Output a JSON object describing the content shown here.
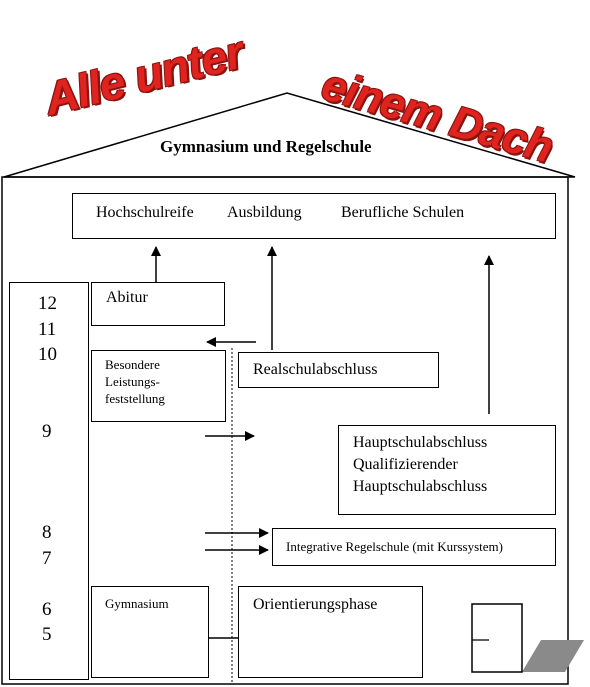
{
  "headline": {
    "left": "Alle unter",
    "right": "einem Dach"
  },
  "roof_title": "Gymnasium und Regelschule",
  "top_box": {
    "item1": "Hochschulreife",
    "item2": "Ausbildung",
    "item3": "Berufliche Schulen"
  },
  "grades": [
    "12",
    "11",
    "10",
    "9",
    "8",
    "7",
    "6",
    "5"
  ],
  "boxes": {
    "abitur": "Abitur",
    "besondere_l1": "Besondere",
    "besondere_l2": "Leistungs-",
    "besondere_l3": "feststellung",
    "realschulabschluss": "Realschulabschluss",
    "hauptschul_l1": "Hauptschulabschluss",
    "hauptschul_l2": "Qualifizierender",
    "hauptschul_l3": "Hauptschulabschluss",
    "integrative": "Integrative Regelschule (mit Kurssystem)",
    "gymnasium": "Gymnasium",
    "orientierung": "Orientierungsphase"
  }
}
